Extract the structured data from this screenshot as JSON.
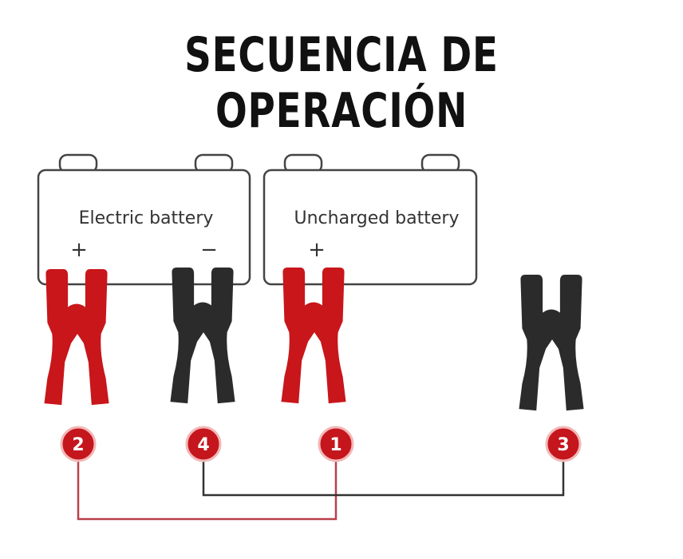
{
  "title": "SECUENCIA DE OPERACIÓN",
  "batteries": [
    {
      "label": "Electric battery",
      "plus": "+",
      "minus": "−"
    },
    {
      "label": "Uncharged battery",
      "plus": "+"
    }
  ],
  "steps": [
    "2",
    "4",
    "1",
    "3"
  ],
  "colors": {
    "red_clamp": "#c8161b",
    "black_clamp": "#2b2b2b",
    "badge": "#c4161c",
    "red_wire": "#b8404a",
    "black_wire": "#333333",
    "battery_outline": "#444444"
  }
}
